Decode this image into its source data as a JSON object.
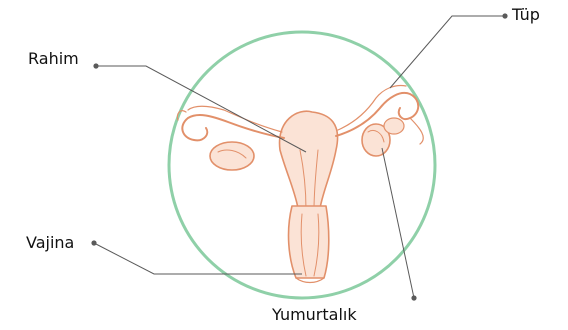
{
  "diagram": {
    "labels": {
      "uterus": "Rahim",
      "tube": "Tüp",
      "vagina": "Vajina",
      "ovary": "Yumurtalık"
    },
    "colors": {
      "circle": "#8fd0a8",
      "organ_stroke": "#e2906a",
      "organ_fill": "#fbe3d6",
      "leader": "#5a5a5a"
    }
  }
}
